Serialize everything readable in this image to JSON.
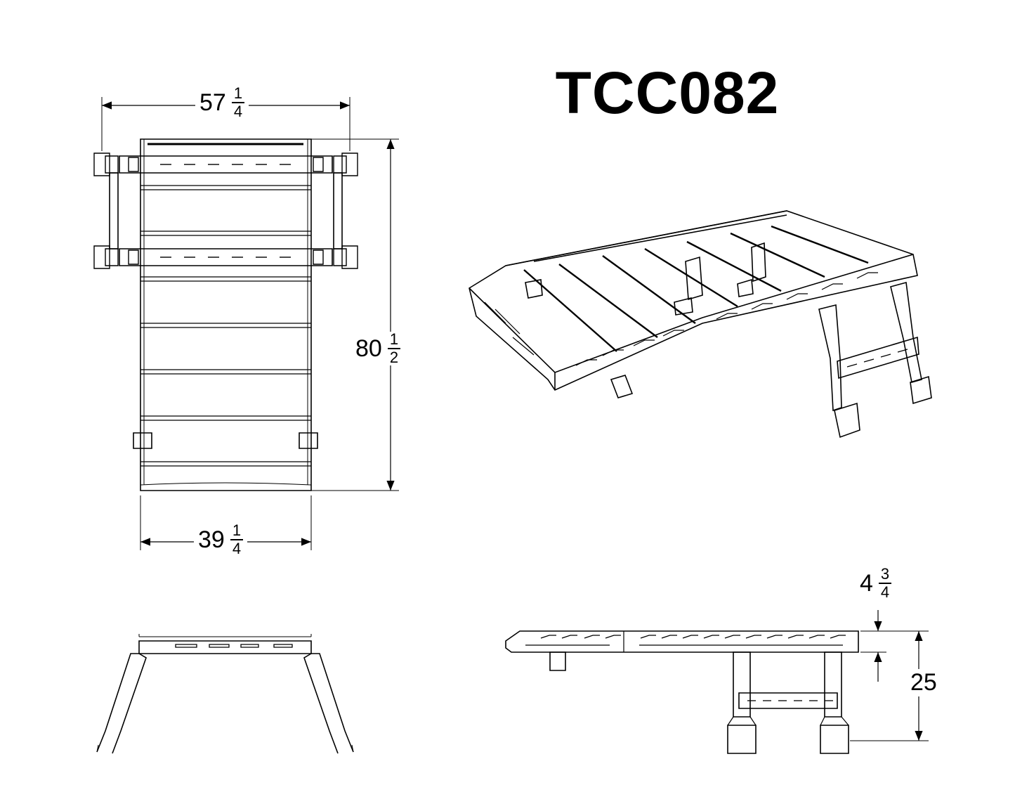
{
  "title": "TCC082",
  "dimensions": {
    "top_width": {
      "whole": "57",
      "num": "1",
      "den": "4"
    },
    "length": {
      "whole": "80",
      "num": "1",
      "den": "2"
    },
    "inner_width": {
      "whole": "39",
      "num": "1",
      "den": "4"
    },
    "rack_height": {
      "whole": "4",
      "num": "3",
      "den": "4"
    },
    "total_height": {
      "whole": "25"
    }
  }
}
